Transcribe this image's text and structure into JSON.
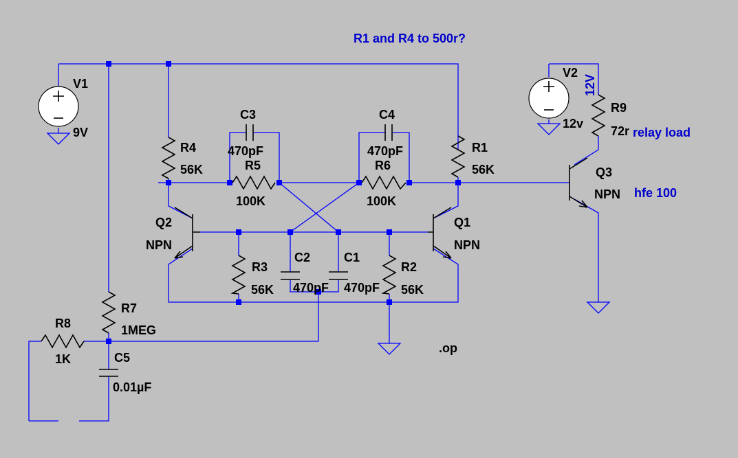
{
  "notes": {
    "main": "R1 and R4 to 500r?",
    "relay": "relay load",
    "hfe": "hfe 100",
    "op": ".op"
  },
  "sources": {
    "v1": {
      "name": "V1",
      "value": "9V"
    },
    "v2": {
      "name": "V2",
      "value": "12v",
      "rotated_value": "12V"
    }
  },
  "resistors": {
    "r1": {
      "name": "R1",
      "value": "56K"
    },
    "r2": {
      "name": "R2",
      "value": "56K"
    },
    "r3": {
      "name": "R3",
      "value": "56K"
    },
    "r4": {
      "name": "R4",
      "value": "56K"
    },
    "r5": {
      "name": "R5",
      "value": "100K"
    },
    "r6": {
      "name": "R6",
      "value": "100K"
    },
    "r7": {
      "name": "R7",
      "value": "1MEG"
    },
    "r8": {
      "name": "R8",
      "value": "1K"
    },
    "r9": {
      "name": "R9",
      "value": "72r"
    }
  },
  "capacitors": {
    "c1": {
      "name": "C1",
      "value": "470pF"
    },
    "c2": {
      "name": "C2",
      "value": "470pF"
    },
    "c3": {
      "name": "C3",
      "value": "470pF"
    },
    "c4": {
      "name": "C4",
      "value": "470pF"
    },
    "c5": {
      "name": "C5",
      "value": "0.01µF"
    }
  },
  "transistors": {
    "q1": {
      "name": "Q1",
      "type": "NPN"
    },
    "q2": {
      "name": "Q2",
      "type": "NPN"
    },
    "q3": {
      "name": "Q3",
      "type": "NPN"
    }
  },
  "colors": {
    "wire": "#0000ff",
    "component": "#000000",
    "background": "#c0c0c0",
    "note": "#0000cc"
  }
}
